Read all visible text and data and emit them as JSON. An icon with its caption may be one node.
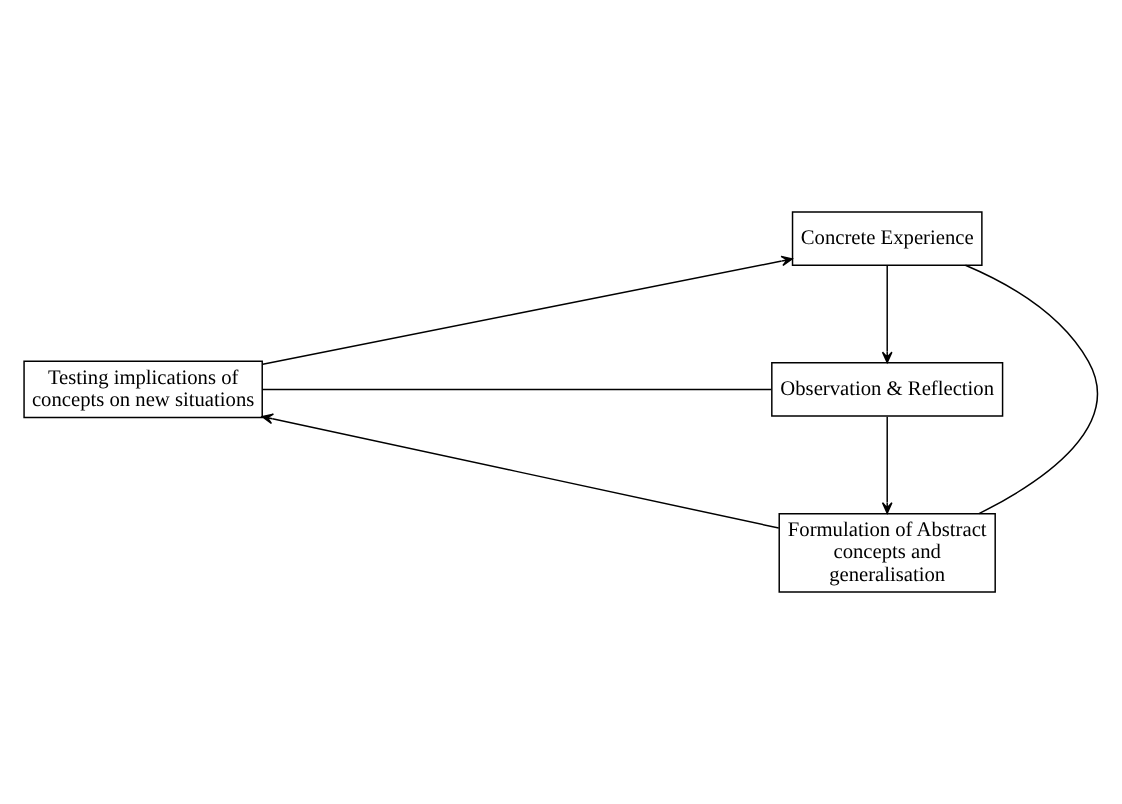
{
  "diagram": {
    "nodes": [
      {
        "text": [
          "Concrete Experience"
        ]
      },
      {
        "text": [
          "Testing implications of concepts on new situations"
        ]
      },
      {
        "text": [
          "Observation & Reflection"
        ]
      },
      {
        "text": [
          "Formulation of Abstract concepts and generalisation"
        ]
      }
    ],
    "edges": [
      {
        "from": 0,
        "to": 2,
        "arrow": "to"
      },
      {
        "from": 2,
        "to": 3,
        "arrow": "to"
      },
      {
        "from": 3,
        "to": 1,
        "arrow": "to"
      },
      {
        "from": 1,
        "to": 0,
        "arrow": "to"
      },
      {
        "from": 0,
        "to": 3,
        "arrow": "none"
      },
      {
        "from": 1,
        "to": 2,
        "arrow": "none"
      }
    ]
  }
}
